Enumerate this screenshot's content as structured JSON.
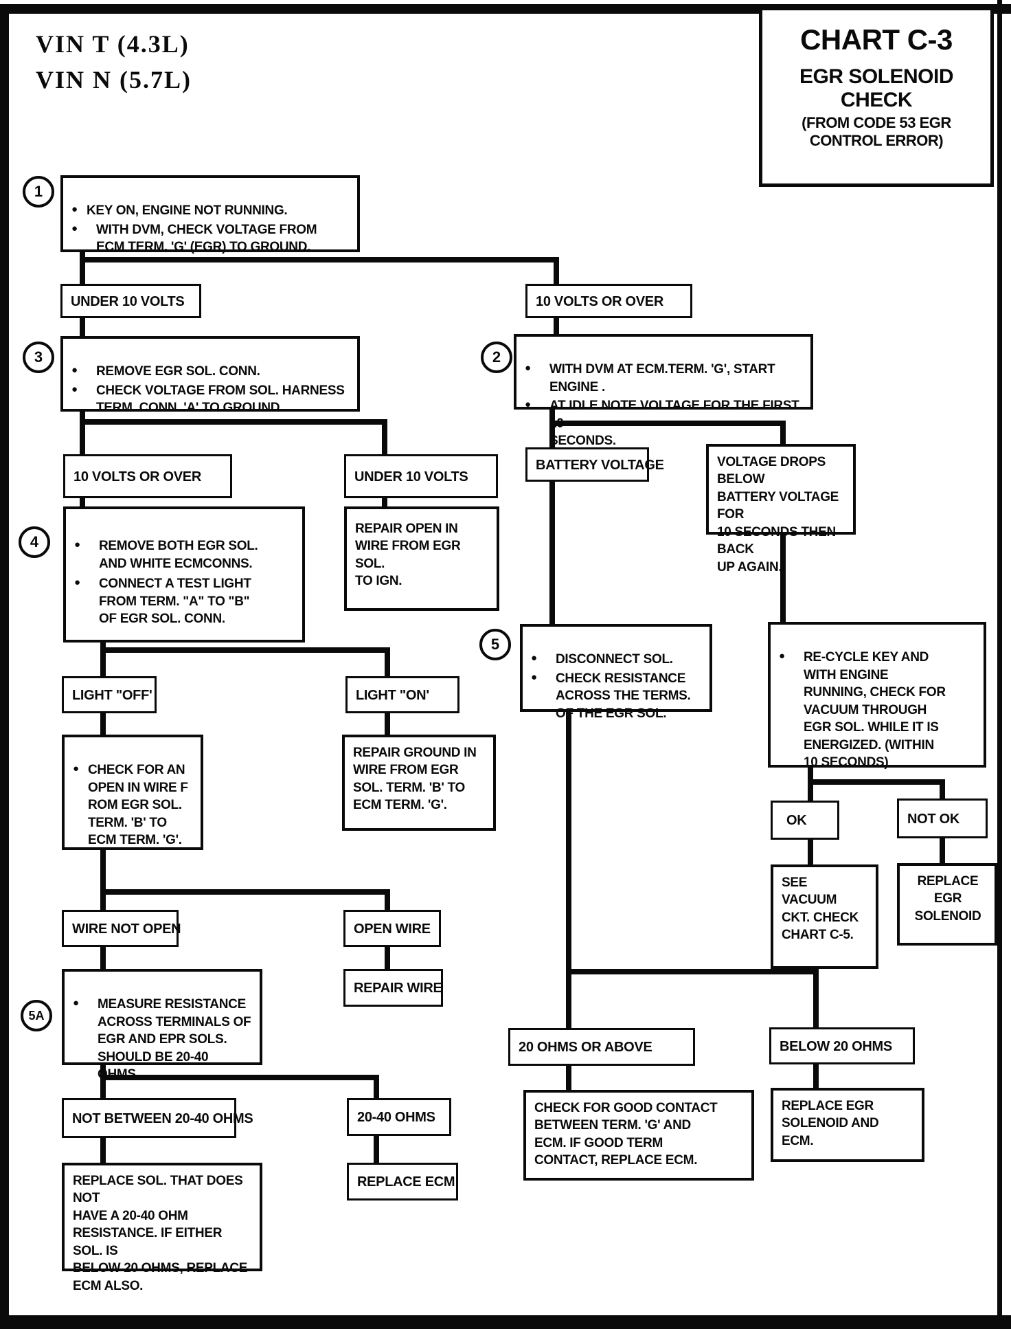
{
  "page": {
    "vin_text": "VIN  T  (4.3L)\nVIN  N  (5.7L)",
    "title": {
      "line1": "CHART C-3",
      "line2": "EGR SOLENOID CHECK",
      "line3": "(FROM CODE 53 EGR CONTROL ERROR)"
    }
  },
  "steps": {
    "s1": "1",
    "s2": "2",
    "s3": "3",
    "s4": "4",
    "s5": "5",
    "s5a": "5A"
  },
  "boxes": {
    "box1": {
      "bullets": [
        "KEY ON, ENGINE NOT RUNNING.",
        "WITH DVM, CHECK VOLTAGE FROM\nECM TERM. 'G' (EGR) TO GROUND."
      ]
    },
    "under10_main": "UNDER 10 VOLTS",
    "tenOver_main": "10 VOLTS OR OVER",
    "box3": {
      "bullets": [
        "REMOVE EGR SOL. CONN.",
        "CHECK VOLTAGE FROM SOL. HARNESS\nTERM. CONN. 'A' TO GROUND."
      ]
    },
    "box2": {
      "bullets": [
        "WITH DVM AT ECM.TERM. 'G', START ENGINE .",
        "AT IDLE NOTE VOLTAGE FOR THE FIRST 10\nSECONDS."
      ]
    },
    "tenOver_sub": "10 VOLTS OR OVER",
    "under10_sub": "UNDER 10 VOLTS",
    "box4": {
      "bullets": [
        "REMOVE BOTH EGR SOL.\nAND  WHITE ECMCONNS.",
        "CONNECT A TEST LIGHT\nFROM TERM. \"A\" TO \"B\"\nOF EGR SOL. CONN."
      ]
    },
    "repair_open": "REPAIR OPEN IN\nWIRE FROM EGR SOL.\nTO IGN.",
    "battery_voltage": "BATTERY VOLTAGE",
    "voltage_drops": "VOLTAGE DROPS BELOW\nBATTERY VOLTAGE FOR\n10 SECONDS THEN BACK\nUP AGAIN.",
    "box5": {
      "bullets": [
        "DISCONNECT SOL.",
        "CHECK RESISTANCE\nACROSS THE TERMS.\nOF THE EGR SOL."
      ]
    },
    "recycle": {
      "bullets": [
        "RE-CYCLE KEY AND\nWITH ENGINE\nRUNNING, CHECK FOR\nVACUUM THROUGH\nEGR SOL. WHILE IT IS\nENERGIZED. (WITHIN\n10 SECONDS)"
      ]
    },
    "light_off": "LIGHT \"OFF'",
    "light_on": "LIGHT \"ON'",
    "check_open": {
      "bullets": [
        "CHECK FOR AN\nOPEN IN WIRE F\nROM EGR SOL.\nTERM. 'B' TO\nECM TERM. 'G'."
      ]
    },
    "repair_ground": "REPAIR GROUND IN\nWIRE FROM EGR\nSOL. TERM. 'B' TO\nECM TERM. 'G'.",
    "ok": "OK",
    "not_ok": "NOT OK",
    "see_vacuum": "SEE\nVACUUM\nCKT. CHECK\nCHART C-5.",
    "replace_egr_solenoid": "REPLACE\nEGR\nSOLENOID",
    "wire_not_open": "WIRE NOT OPEN",
    "open_wire": "OPEN WIRE",
    "repair_wire": "REPAIR WIRE",
    "box5a": {
      "bullets": [
        "MEASURE RESISTANCE\nACROSS TERMINALS OF\nEGR AND EPR SOLS.\nSHOULD BE 20-40 OHMS."
      ]
    },
    "ohms_20_above": "20 OHMS OR ABOVE",
    "below_20": "BELOW 20 OHMS",
    "not_between": "NOT BETWEEN 20-40 OHMS",
    "ohms_20_40": "20-40 OHMS",
    "check_contact": "CHECK FOR GOOD CONTACT\nBETWEEN TERM. 'G' AND\nECM.  IF GOOD TERM\nCONTACT, REPLACE ECM.",
    "replace_sol": "REPLACE SOL. THAT DOES NOT\nHAVE A 20-40 OHM\nRESISTANCE.  IF EITHER SOL. IS\nBELOW 20 OHMS, REPLACE\nECM ALSO.",
    "replace_ecm": "REPLACE ECM",
    "replace_egr_ecm": "REPLACE EGR\nSOLENOID AND\nECM."
  }
}
